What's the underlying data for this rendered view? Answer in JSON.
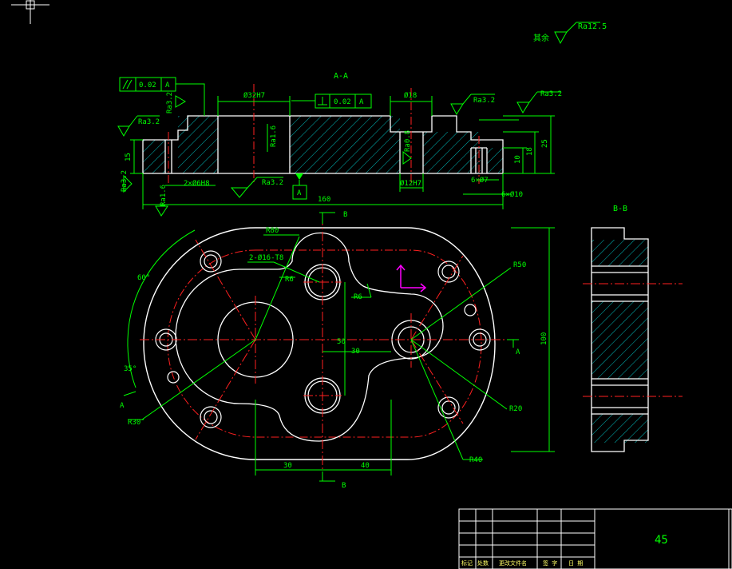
{
  "colors": {
    "background": "#000000",
    "outline": "#ffffff",
    "dimension": "#00ff00",
    "centerline": "#ff2020",
    "hatch": "#00b8b8",
    "ucs": "#ff00ff",
    "text": "#ffff66"
  },
  "roughness_rest": {
    "label": "其余",
    "value": "Ra12.5"
  },
  "section_aa": {
    "title": "A-A",
    "parallelism": {
      "tolerance": "0.02",
      "datum": "A"
    },
    "perpendicularity": {
      "tolerance": "0.02",
      "datum": "A"
    },
    "datum_label": "A",
    "dims": {
      "bore": "Ø32H7",
      "top_hole": "Ø18",
      "pin_hole": "Ø12H7",
      "holes_6h8": "2×Ø6H8",
      "cbore_6x10": "6×Ø10",
      "thru_6x7": "6×Ø7",
      "length": "160",
      "h25": "25",
      "h18": "18",
      "h10": "10",
      "h15": "15"
    },
    "roughness": {
      "r1": "Ra3.2",
      "r2": "Ra3.2",
      "r3": "Ra1.6",
      "r4": "Ra3.2",
      "r5": "Ra3.2",
      "r6": "Ra3.2",
      "r7": "Ra0.8",
      "r8": "Ra1.6",
      "r9": "Ra3.2"
    }
  },
  "plan_view": {
    "cut_label": "B",
    "section_mark": "A",
    "dims": {
      "r80": "R80",
      "r6a": "R6",
      "r6b": "R6",
      "tapped": "2-Ø16-T8",
      "r50": "R50",
      "r20": "R20",
      "r40": "R40",
      "r30": "R30",
      "d50": "50",
      "d30": "30",
      "d100": "100",
      "ang60": "60°",
      "ang35": "35°",
      "b30": "30",
      "b40": "40"
    }
  },
  "section_bb": {
    "title": "B-B"
  },
  "title_block": {
    "material": "45",
    "headers": [
      "标记",
      "处数",
      "更改文件名",
      "签 字",
      "日 期"
    ]
  }
}
